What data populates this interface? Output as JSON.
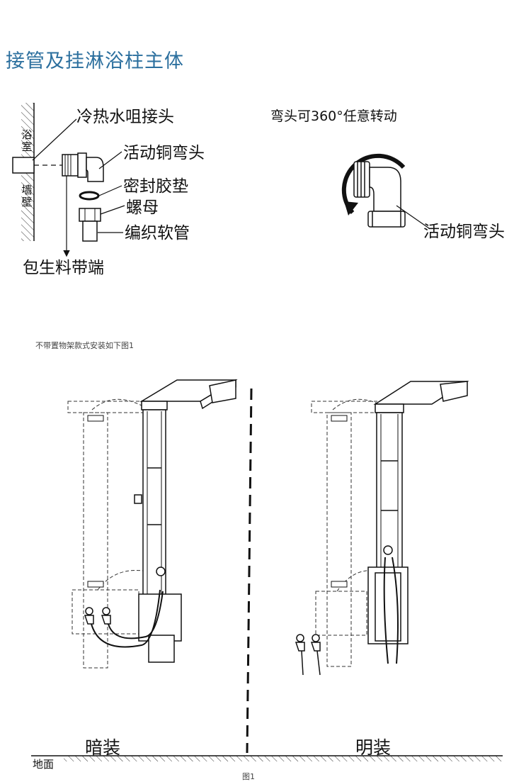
{
  "section_title": "接管及挂淋浴柱主体",
  "detail_left": {
    "wall_label_top": [
      "浴",
      "室"
    ],
    "wall_label_bottom": [
      "墙",
      "壁"
    ],
    "callouts": {
      "cold_hot_water_joint": "冷热水咀接头",
      "movable_copper_elbow": "活动铜弯头",
      "seal_gasket": "密封胶垫",
      "nut": "螺母",
      "braided_hose": "编织软管",
      "teflon_tape_end": "包生料带端"
    }
  },
  "detail_right": {
    "heading": "弯头可360°任意转动",
    "callout": "活动铜弯头"
  },
  "figure_caption_top": "不带置物架款式安装如下图1",
  "install_left_label": "暗装",
  "install_right_label": "明装",
  "ground_label": "地面",
  "figure_number": "图1"
}
